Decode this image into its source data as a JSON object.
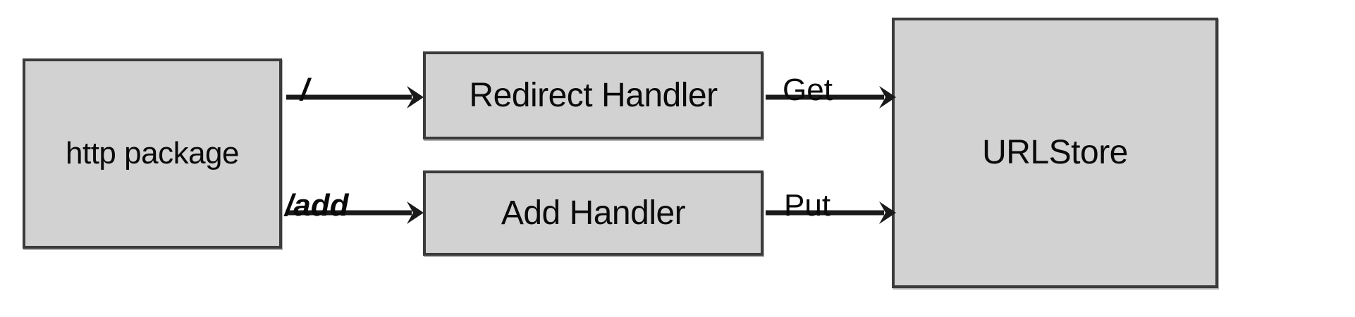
{
  "diagram": {
    "title": "URL shortener request flow",
    "background_color": "#ffffff",
    "node_fill_color": "#d2d2d2",
    "node_border_color": "#3b3b3b",
    "edge_color": "#1a1a1a",
    "nodes": [
      {
        "id": "http-package",
        "label": "http package"
      },
      {
        "id": "redirect-handler",
        "label": "Redirect Handler"
      },
      {
        "id": "add-handler",
        "label": "Add Handler"
      },
      {
        "id": "urlstore",
        "label": "URLStore"
      }
    ],
    "edges": [
      {
        "id": "root",
        "label": "/",
        "from": "http package",
        "to": "Redirect Handler",
        "style": "italic"
      },
      {
        "id": "add",
        "label": "/add",
        "from": "http package",
        "to": "Add Handler",
        "style": "italic"
      },
      {
        "id": "get",
        "label": "Get",
        "from": "Redirect Handler",
        "to": "URLStore",
        "style": "normal"
      },
      {
        "id": "put",
        "label": "Put",
        "from": "Add Handler",
        "to": "URLStore",
        "style": "normal"
      }
    ]
  }
}
